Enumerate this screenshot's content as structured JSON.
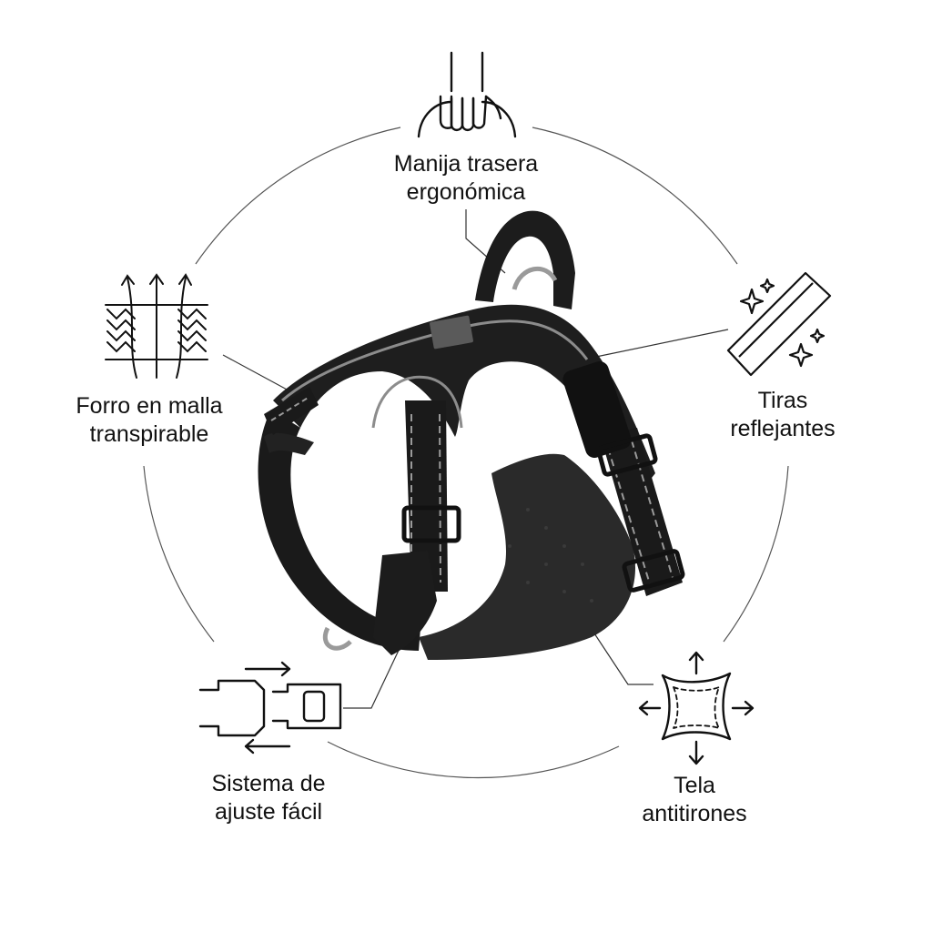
{
  "features": {
    "handle": {
      "line1": "Manija trasera",
      "line2": "ergonómica",
      "icon": "hand-grip-icon"
    },
    "mesh": {
      "line1": "Forro en malla",
      "line2": "transpirable",
      "icon": "breathable-mesh-icon"
    },
    "reflect": {
      "line1": "Tiras",
      "line2": "reflejantes",
      "icon": "reflective-strip-icon"
    },
    "adjust": {
      "line1": "Sistema de",
      "line2": "ajuste fácil",
      "icon": "buckle-icon"
    },
    "fabric": {
      "line1": "Tela",
      "line2": "antitirones",
      "icon": "stretch-fabric-icon"
    }
  },
  "colors": {
    "text": "#111111",
    "line": "#333333",
    "harness": "#1b1b1b",
    "reflective": "#9a9a9a"
  }
}
